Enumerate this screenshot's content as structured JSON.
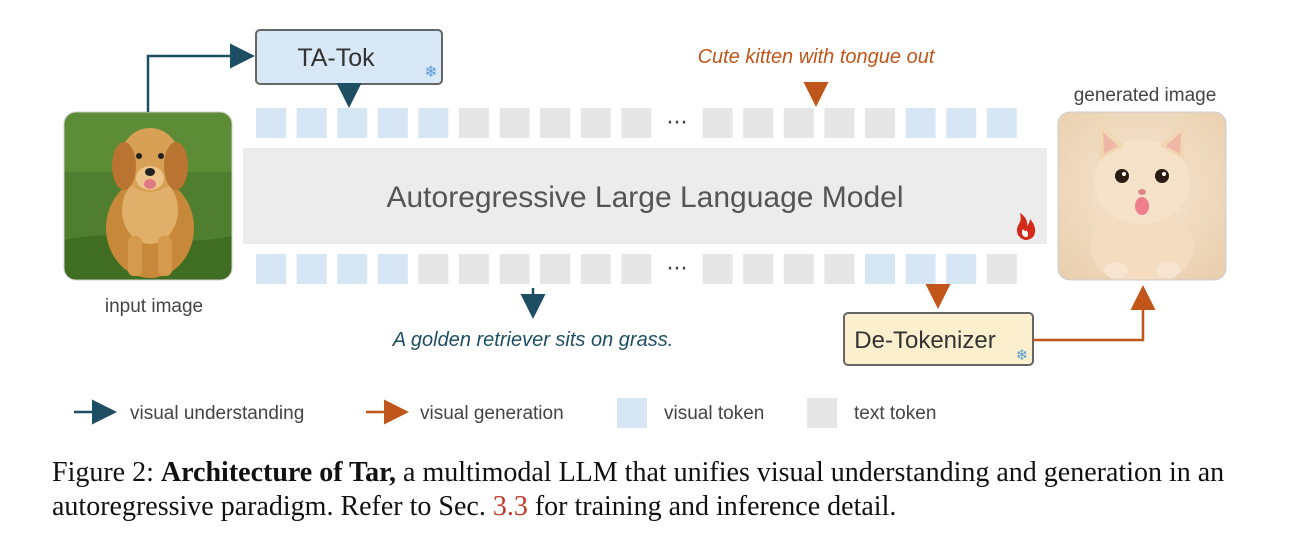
{
  "tokenizer": {
    "label": "TA-Tok"
  },
  "detokenizer": {
    "label": "De-Tokenizer"
  },
  "llm": {
    "label": "Autoregressive Large Language Model"
  },
  "prompt_text": "Cute kitten with tongue out",
  "output_text": "A golden retriever sits on grass.",
  "input_image": {
    "label": "input image",
    "content": "golden retriever sitting on grass"
  },
  "generated_image": {
    "label": "generated image",
    "content": "fluffy cream kitten with tongue out"
  },
  "ellipsis": "···",
  "token_rows": {
    "top": [
      "visual",
      "visual",
      "visual",
      "visual",
      "visual",
      "text",
      "text",
      "text",
      "text",
      "text",
      "ellipsis",
      "text",
      "text",
      "text",
      "text",
      "text",
      "visual",
      "visual",
      "visual"
    ],
    "bottom": [
      "visual",
      "visual",
      "visual",
      "visual",
      "text",
      "text",
      "text",
      "text",
      "text",
      "text",
      "ellipsis",
      "text",
      "text",
      "text",
      "text",
      "visual",
      "visual",
      "visual",
      "text"
    ]
  },
  "legend": {
    "understanding": "visual understanding",
    "generation": "visual generation",
    "visual_token": "visual token",
    "text_token": "text token"
  },
  "caption": {
    "prefix": "Figure 2: ",
    "title": "Architecture of Tar,",
    "body1": " a multimodal LLM that unifies visual understanding and generation in an autoregressive paradigm. Refer to Sec. ",
    "ref": "3.3",
    "body2": " for training and inference detail."
  },
  "colors": {
    "understanding": "#1e4e63",
    "generation": "#c0561a",
    "visual_token": "#d7e6f5",
    "text_token": "#e6e6e6",
    "llm_box": "#ececec",
    "tatok_fill": "#d8e8f6",
    "detok_fill": "#fcefcd",
    "fire": "#d42a1a",
    "snowflake": "#5b9bd5"
  }
}
